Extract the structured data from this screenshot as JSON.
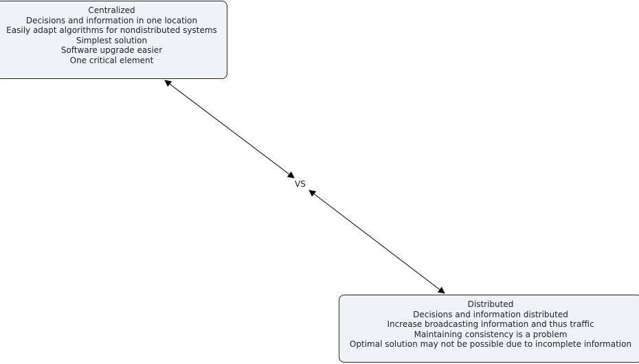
{
  "nodes": {
    "centralized": {
      "title": "Centralized",
      "lines": [
        "Decisions and information in one location",
        "Easily adapt algorithms for nondistributed systems",
        "Simplest solution",
        "Software upgrade easier",
        "One critical element"
      ]
    },
    "distributed": {
      "title": "Distributed",
      "lines": [
        "Decisions and information distributed",
        "Increase broadcasting information and thus traffic",
        "Maintaining consistency is a problem",
        "Optimal solution may not be possible due to incomplete information"
      ]
    },
    "vs": "VS"
  }
}
